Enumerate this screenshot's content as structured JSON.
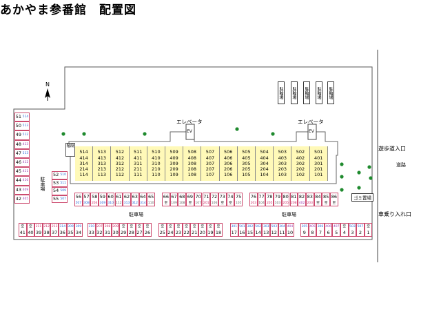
{
  "title": "あかやま参番館　配置図",
  "labels": {
    "elevator_left": "エレベータ",
    "elevator_right": "エレベータ",
    "ev": "EV",
    "stairs": "階段",
    "parking_left": "駐車場",
    "parking_mid": "駐車場",
    "parking_right": "駐車場",
    "footpath_entrance": "遊歩道入口",
    "road": "道路",
    "car_entrance": "車乗り入れ口",
    "garbage": "ゴミ置場",
    "bicycle": "駐輪場",
    "north": "N"
  },
  "building_columns": [
    [
      "514",
      "414",
      "314",
      "214",
      "114"
    ],
    [
      "513",
      "413",
      "313",
      "213",
      "113"
    ],
    [
      "512",
      "412",
      "312",
      "212",
      "112"
    ],
    [
      "511",
      "411",
      "311",
      "211",
      "111"
    ],
    [
      "510",
      "410",
      "310",
      "210",
      "110"
    ],
    [
      "509",
      "409",
      "309",
      "209",
      "109"
    ],
    [
      "508",
      "408",
      "308",
      "208",
      "108"
    ],
    [
      "507",
      "407",
      "307",
      "207",
      "107"
    ],
    [
      "506",
      "406",
      "306",
      "206",
      "106"
    ],
    [
      "505",
      "405",
      "305",
      "205",
      "105"
    ],
    [
      "504",
      "404",
      "304",
      "204",
      "104"
    ],
    [
      "503",
      "403",
      "303",
      "203",
      "103"
    ],
    [
      "502",
      "402",
      "302",
      "202",
      "102"
    ],
    [
      "501",
      "401",
      "301",
      "201",
      "101"
    ]
  ],
  "left_stack": [
    {
      "n": "51",
      "c": "514"
    },
    {
      "n": "50",
      "c": "513"
    },
    {
      "n": "49",
      "c": "512"
    },
    {
      "n": "48",
      "c": "413"
    },
    {
      "n": "47",
      "c": "513"
    },
    {
      "n": "46",
      "c": "412"
    },
    {
      "n": "45",
      "c": "411"
    },
    {
      "n": "44",
      "c": "410"
    },
    {
      "n": "43",
      "c": "409"
    },
    {
      "n": "42",
      "c": "405"
    }
  ],
  "mini_stack": [
    {
      "n": "52",
      "c": "510"
    },
    {
      "n": "53",
      "c": "511"
    },
    {
      "n": "54",
      "c": "509"
    },
    {
      "n": "55",
      "c": "507"
    }
  ],
  "mid_row_a": [
    {
      "n": "56",
      "c": "507"
    },
    {
      "n": "57",
      "c": "308"
    },
    {
      "n": "58",
      "c": "204"
    },
    {
      "n": "59",
      "c": "309"
    },
    {
      "n": "60",
      "c": "310"
    },
    {
      "n": "61",
      "c": "112"
    },
    {
      "n": "62",
      "c": "313"
    },
    {
      "n": "63",
      "c": "312"
    },
    {
      "n": "64",
      "c": "314"
    },
    {
      "n": "65",
      "c": "110"
    }
  ],
  "mid_row_b": [
    {
      "n": "66",
      "c": "空"
    },
    {
      "n": "67",
      "c": "109"
    },
    {
      "n": "68",
      "c": "108"
    },
    {
      "n": "69",
      "c": "空"
    },
    {
      "n": "70",
      "c": "107"
    },
    {
      "n": "71",
      "c": "201"
    },
    {
      "n": "72",
      "c": "106"
    },
    {
      "n": "73",
      "c": "空"
    },
    {
      "n": "74",
      "c": "空"
    },
    {
      "n": "75",
      "c": "105"
    }
  ],
  "mid_row_c": [
    {
      "n": "76",
      "c": "203"
    },
    {
      "n": "77",
      "c": "104"
    },
    {
      "n": "78",
      "c": "205"
    },
    {
      "n": "79",
      "c": "103"
    },
    {
      "n": "80",
      "c": "205"
    },
    {
      "n": "81",
      "c": "208"
    },
    {
      "n": "82",
      "c": "402"
    },
    {
      "n": "83",
      "c": "203"
    },
    {
      "n": "84",
      "c": "空"
    },
    {
      "n": "85",
      "c": "空"
    },
    {
      "n": "86",
      "c": "空"
    }
  ],
  "bottom_row_a": [
    {
      "n": "41",
      "c": "空"
    },
    {
      "n": "40",
      "c": "空"
    },
    {
      "n": "39",
      "c": "211"
    },
    {
      "n": "38",
      "c": "212"
    },
    {
      "n": "37",
      "c": "213"
    },
    {
      "n": "36",
      "c": "314"
    },
    {
      "n": "35",
      "c": "309"
    },
    {
      "n": "34",
      "c": "309"
    }
  ],
  "bottom_row_b": [
    {
      "n": "33",
      "c": "310"
    },
    {
      "n": "32",
      "c": "207"
    },
    {
      "n": "31",
      "c": "208"
    },
    {
      "n": "30",
      "c": "209"
    },
    {
      "n": "29",
      "c": "空"
    },
    {
      "n": "28",
      "c": "空"
    },
    {
      "n": "27",
      "c": "空"
    },
    {
      "n": "26",
      "c": "空"
    }
  ],
  "bottom_row_c": [
    {
      "n": "25",
      "c": "空"
    },
    {
      "n": "24",
      "c": "空"
    },
    {
      "n": "23",
      "c": "空"
    },
    {
      "n": "22",
      "c": "空"
    },
    {
      "n": "21",
      "c": "空"
    },
    {
      "n": "20",
      "c": "空"
    },
    {
      "n": "19",
      "c": "空"
    },
    {
      "n": "18",
      "c": "空"
    }
  ],
  "bottom_row_d": [
    {
      "n": "17",
      "c": "301"
    },
    {
      "n": "16",
      "c": "501"
    },
    {
      "n": "15",
      "c": "302"
    },
    {
      "n": "14",
      "c": "502"
    },
    {
      "n": "13",
      "c": "303"
    },
    {
      "n": "12",
      "c": "503"
    },
    {
      "n": "11",
      "c": "304"
    },
    {
      "n": "10",
      "c": "404"
    }
  ],
  "bottom_row_e": [
    {
      "n": "9",
      "c": "305"
    },
    {
      "n": "8",
      "c": "405"
    },
    {
      "n": "7",
      "c": "306"
    },
    {
      "n": "6",
      "c": "406"
    },
    {
      "n": "5",
      "c": "407"
    },
    {
      "n": "4",
      "c": "空"
    },
    {
      "n": "3",
      "c": "503"
    },
    {
      "n": "2",
      "c": "507"
    },
    {
      "n": "1",
      "c": "空"
    }
  ],
  "colors": {
    "room_fill": "#fff9b8",
    "parking_border": "#cc4a6e",
    "tree": "#1f8a2e"
  }
}
